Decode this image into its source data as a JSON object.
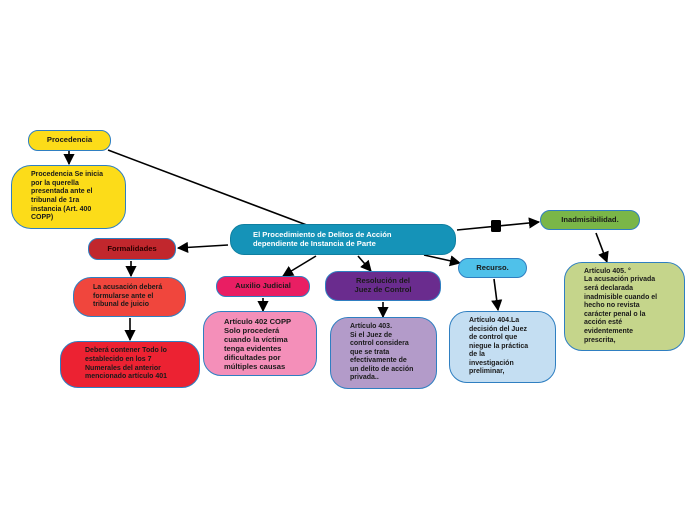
{
  "colors": {
    "central": "#1593b8",
    "procedencia": "#fcdc19",
    "formalidades": "#c1272d",
    "auxilio": "#e91e63",
    "resolucion": "#6a2c8e",
    "recurso": "#4fc1ea",
    "inadmisibilidad": "#7ab648",
    "red_light": "#f0463d",
    "red_dark": "#ec2232",
    "pink_light": "#f48fb9",
    "purple_light": "#b39bc9",
    "blue_light": "#c4def2",
    "green_light": "#c5d58b",
    "line": "#000000"
  },
  "central": "El Procedimiento de Delitos de Acción\ndependiente de Instancia de Parte",
  "procedencia": {
    "title": "Procedencia",
    "detail": "Procedencia Se inicia\npor la querella\npresentada ante el\ntribunal de 1ra\ninstancia (Art. 400\nCOPP)"
  },
  "formalidades": {
    "title": "Formalidades",
    "detail1": "La acusación deberá\nformularse ante el\ntribunal de juicio",
    "detail2": "Deberá contener Todo lo\nestablecido en los 7\nNumerales del anterior\nmencionado artículo 401"
  },
  "auxilio": {
    "title": "Auxilio Judicial",
    "detail": "Artículo 402 COPP\nSolo procederá\ncuando la víctima\ntenga evidentes\ndificultades por\nmúltiples causas"
  },
  "resolucion": {
    "title": "Resolución del\nJuez de Control",
    "detail": "Artículo 403.\nSi el Juez de\ncontrol considera\nque se trata\nefectivamente de\nun delito de acción\nprivada.."
  },
  "recurso": {
    "title": "Recurso.",
    "detail": "Artículo 404.La\ndecisión del Juez\nde control que\nniegue la práctica\nde la\ninvestigación\npreliminar,"
  },
  "inadmisibilidad": {
    "title": "Inadmisibilidad.",
    "detail": "Artículo 405. °\n  La acusación privada\nserá declarada\ninadmisible cuando el\nhecho no revista\ncarácter penal o la\nacción esté\nevidentemente\nprescrita,"
  }
}
